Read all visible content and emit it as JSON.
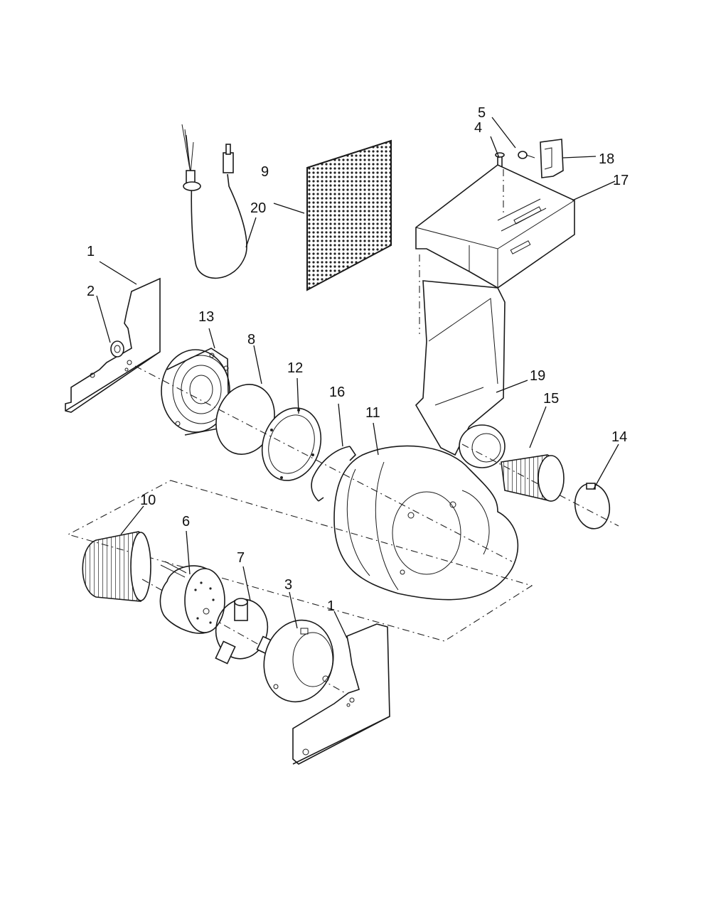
{
  "callouts": [
    {
      "id": "c1a",
      "text": "1"
    },
    {
      "id": "c2",
      "text": "2"
    },
    {
      "id": "c13",
      "text": "13"
    },
    {
      "id": "c8",
      "text": "8"
    },
    {
      "id": "c12",
      "text": "12"
    },
    {
      "id": "c16",
      "text": "16"
    },
    {
      "id": "c11",
      "text": "11"
    },
    {
      "id": "c9",
      "text": "9"
    },
    {
      "id": "c20",
      "text": "20"
    },
    {
      "id": "c4",
      "text": "4"
    },
    {
      "id": "c5",
      "text": "5"
    },
    {
      "id": "c18",
      "text": "18"
    },
    {
      "id": "c17",
      "text": "17"
    },
    {
      "id": "c19",
      "text": "19"
    },
    {
      "id": "c15",
      "text": "15"
    },
    {
      "id": "c14",
      "text": "14"
    },
    {
      "id": "c10",
      "text": "10"
    },
    {
      "id": "c6",
      "text": "6"
    },
    {
      "id": "c7",
      "text": "7"
    },
    {
      "id": "c3",
      "text": "3"
    },
    {
      "id": "c1b",
      "text": "1"
    }
  ],
  "colors": {
    "ink": "#1a1a1a",
    "paper": "#ffffff"
  }
}
